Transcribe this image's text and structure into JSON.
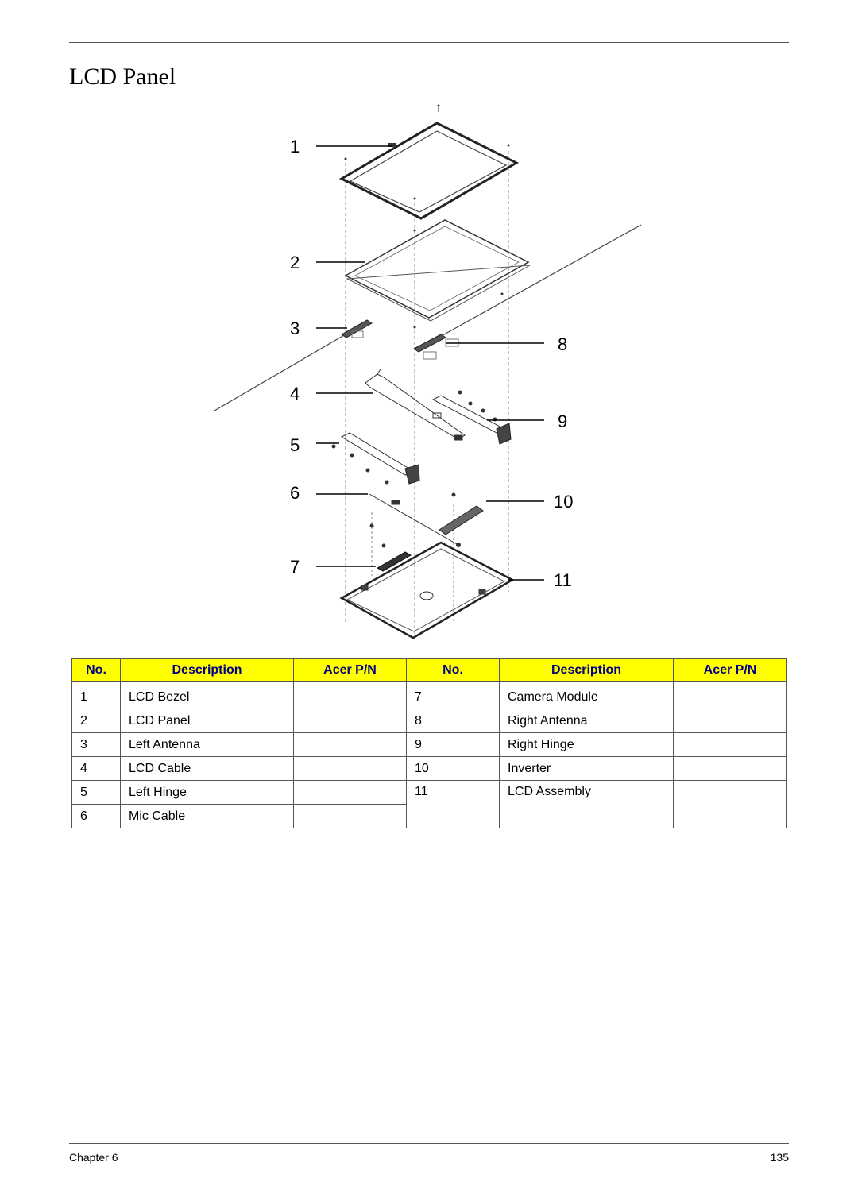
{
  "page": {
    "title": "LCD Panel"
  },
  "diagram": {
    "callouts": [
      "1",
      "2",
      "3",
      "4",
      "5",
      "6",
      "7",
      "8",
      "9",
      "10",
      "11"
    ]
  },
  "table": {
    "headers": [
      "No.",
      "Description",
      "Acer P/N",
      "No.",
      "Description",
      "Acer P/N"
    ],
    "rows": [
      {
        "no_left": "1",
        "desc_left": "LCD Bezel",
        "pn_left": "",
        "no_right": "7",
        "desc_right": "Camera Module",
        "pn_right": ""
      },
      {
        "no_left": "2",
        "desc_left": "LCD Panel",
        "pn_left": "",
        "no_right": "8",
        "desc_right": "Right Antenna",
        "pn_right": ""
      },
      {
        "no_left": "3",
        "desc_left": "Left Antenna",
        "pn_left": "",
        "no_right": "9",
        "desc_right": "Right Hinge",
        "pn_right": ""
      },
      {
        "no_left": "4",
        "desc_left": "LCD Cable",
        "pn_left": "",
        "no_right": "10",
        "desc_right": "Inverter",
        "pn_right": ""
      },
      {
        "no_left": "5",
        "desc_left": "Left Hinge",
        "pn_left": "",
        "no_right": "11",
        "desc_right": "LCD Assembly",
        "pn_right": ""
      },
      {
        "no_left": "6",
        "desc_left": "Mic Cable",
        "pn_left": ""
      }
    ]
  },
  "footer": {
    "chapter": "Chapter 6",
    "page_number": "135"
  }
}
